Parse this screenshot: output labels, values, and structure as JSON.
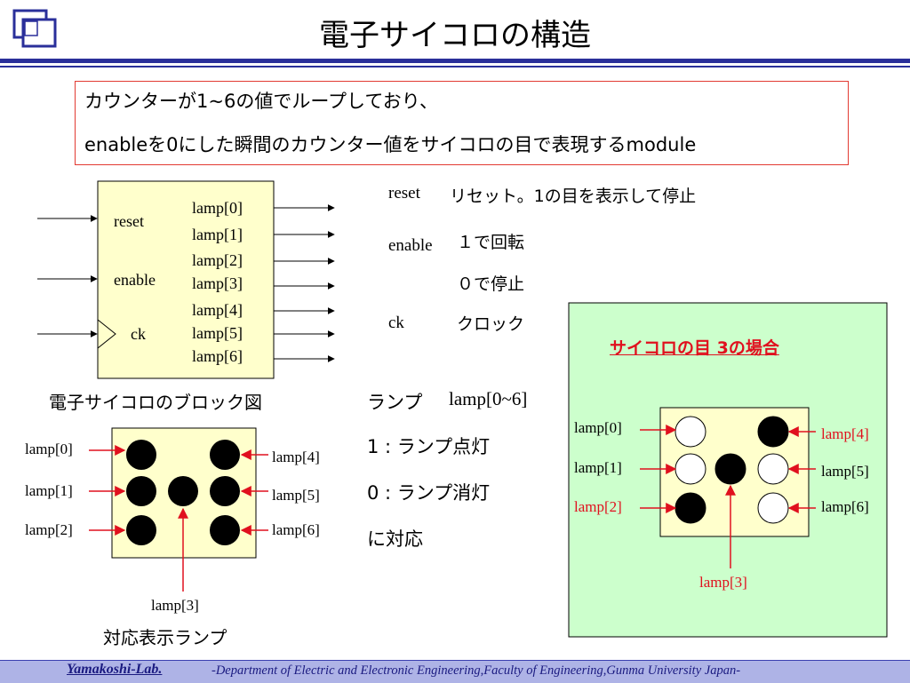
{
  "title": "電子サイコロの構造",
  "intro": {
    "line1": "カウンターが1~6の値でループしており、",
    "line2": "enableを0にした瞬間のカウンター値をサイコロの目で表現するmodule"
  },
  "block": {
    "inputs": [
      "reset",
      "enable",
      "ck"
    ],
    "outputs": [
      "lamp[0]",
      "lamp[1]",
      "lamp[2]",
      "lamp[3]",
      "lamp[4]",
      "lamp[5]",
      "lamp[6]"
    ],
    "caption": "電子サイコロのブロック図"
  },
  "signals": {
    "reset_name": "reset",
    "reset_desc": "リセット。1の目を表示して停止",
    "enable_name": "enable",
    "enable_desc1": "１で回転",
    "enable_desc2": "０で停止",
    "ck_name": "ck",
    "ck_desc": "クロック"
  },
  "lamp_explain": {
    "line1": "ランプ",
    "line1b": "lamp[0~6]",
    "line2": "1 : ランプ点灯",
    "line3": "0 : ランプ消灯",
    "line4": "に対応"
  },
  "lamp_map": {
    "left_labels": [
      "lamp[0]",
      "lamp[1]",
      "lamp[2]"
    ],
    "right_labels": [
      "lamp[4]",
      "lamp[5]",
      "lamp[6]"
    ],
    "bottom_label": "lamp[3]",
    "caption": "対応表示ランプ"
  },
  "example": {
    "title": "サイコロの目  3の場合",
    "left_labels": [
      "lamp[0]",
      "lamp[1]",
      "lamp[2]"
    ],
    "right_labels": [
      "lamp[4]",
      "lamp[5]",
      "lamp[6]"
    ],
    "bottom_label": "lamp[3]",
    "lit": [
      false,
      false,
      true,
      true,
      true,
      false,
      false
    ]
  },
  "footer": {
    "lab": "Yamakoshi-Lab.",
    "dept": "-Department of Electric and Electronic Engineering,Faculty of Engineering,Gunma University Japan-"
  },
  "colors": {
    "accent_blue": "#2a2f9a",
    "red": "#e0101e",
    "block_fill": "#ffffcc",
    "example_bg": "#ccffcc"
  }
}
